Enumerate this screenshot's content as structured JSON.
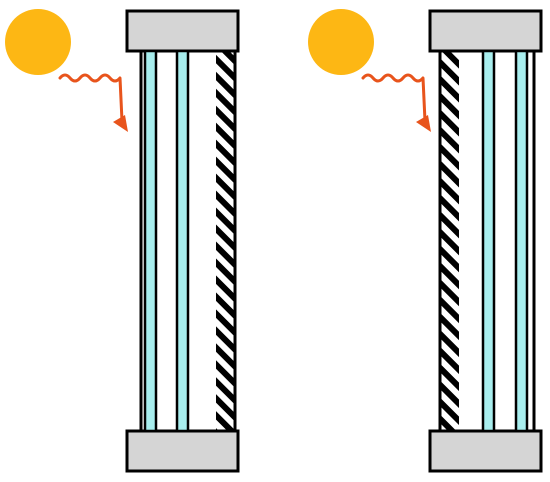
{
  "colors": {
    "sun": "#FDB714",
    "radiation_arrow": "#E8541C",
    "glass_pane": "#A8EEEE",
    "frame_cap": "#D5D5D5",
    "outline": "#000000",
    "hatch": "#000000",
    "background": "#FFFFFF"
  },
  "diagram": {
    "panels": [
      {
        "name": "left-window-assembly",
        "hatched_layer_side": "right",
        "glass_panes": 2,
        "sun": true,
        "radiation_arrow": true
      },
      {
        "name": "right-window-assembly",
        "hatched_layer_side": "left",
        "glass_panes": 2,
        "sun": true,
        "radiation_arrow": true
      }
    ]
  }
}
